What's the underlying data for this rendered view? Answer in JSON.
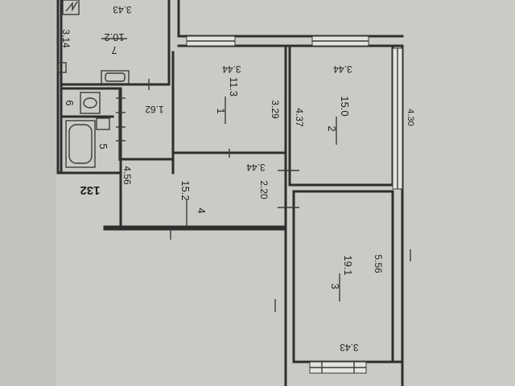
{
  "rooms": [
    {
      "number": "1",
      "area": "11.3"
    },
    {
      "number": "2",
      "area": "15.0"
    },
    {
      "number": "3",
      "area": "19.1"
    },
    {
      "number": "4",
      "area": "15.2"
    },
    {
      "number": "5",
      "area": ""
    },
    {
      "number": "6",
      "area": ""
    },
    {
      "number": "7",
      "area": "10.2"
    }
  ],
  "dimensions": {
    "room7_width": "3.43",
    "room7_side": "3.14",
    "room1_width": "3.44",
    "room1_depth": "3.29",
    "room2_width": "3.44",
    "room2_depth": "4.37",
    "corridor_depth": "4.30",
    "hall_width": "3.44",
    "hall_depth": "2.20",
    "corridor_width": "1.62",
    "bath_depth": "4.56",
    "room3_depth": "5.56",
    "room3_width": "3.43"
  },
  "marks": {
    "code": "132"
  }
}
